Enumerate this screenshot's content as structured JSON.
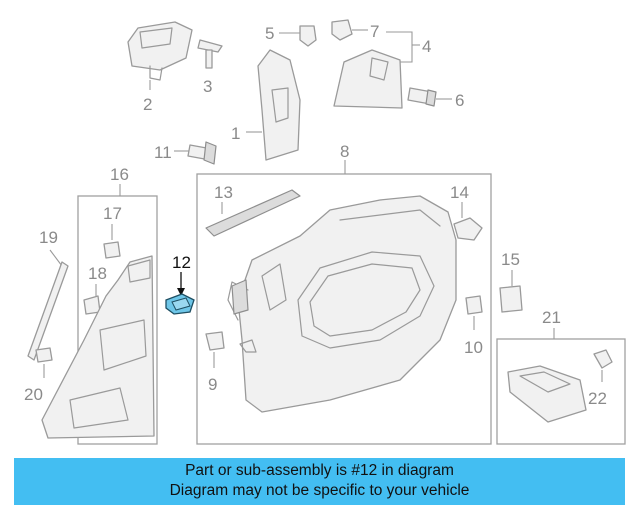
{
  "callouts": {
    "c1": "1",
    "c2": "2",
    "c3": "3",
    "c4": "4",
    "c5": "5",
    "c6": "6",
    "c7": "7",
    "c8": "8",
    "c9": "9",
    "c10": "10",
    "c11": "11",
    "c12": "12",
    "c13": "13",
    "c14": "14",
    "c15": "15",
    "c16": "16",
    "c17": "17",
    "c18": "18",
    "c19": "19",
    "c20": "20",
    "c21": "21",
    "c22": "22"
  },
  "highlight": {
    "part": "12",
    "color": "#6ec6e8"
  },
  "banner": {
    "line1": "Part or sub-assembly is #12 in diagram",
    "line2": "Diagram may not be specific to your vehicle",
    "color": "#43bef2"
  }
}
